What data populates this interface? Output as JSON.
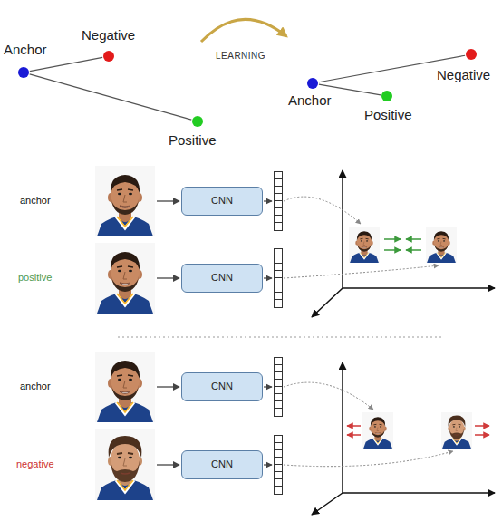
{
  "diagram": {
    "nodes": [
      {
        "text": [
          "Anchor"
        ]
      },
      {
        "text": [
          "Negative"
        ]
      },
      {
        "text": [
          "Positive"
        ]
      },
      {
        "text": [
          "Anchor"
        ]
      },
      {
        "text": [
          "Positive"
        ]
      },
      {
        "text": [
          "Negative"
        ]
      },
      {
        "text": [
          "anchor"
        ]
      },
      {
        "text": [
          "CNN"
        ]
      },
      {
        "text": [
          "positive"
        ]
      },
      {
        "text": [
          "CNN"
        ]
      },
      {
        "text": [
          "anchor"
        ]
      },
      {
        "text": [
          "CNN"
        ]
      },
      {
        "text": [
          "negative"
        ]
      },
      {
        "text": [
          "CNN"
        ]
      }
    ],
    "edges": [
      {
        "from": 0,
        "to": 1,
        "arrow": "none"
      },
      {
        "from": 0,
        "to": 2,
        "arrow": "none"
      },
      {
        "from": 3,
        "to": 4,
        "arrow": "none"
      },
      {
        "from": 3,
        "to": 5,
        "arrow": "none"
      },
      {
        "from": 6,
        "to": 7,
        "arrow": "to"
      },
      {
        "from": 8,
        "to": 9,
        "arrow": "to"
      },
      {
        "from": 10,
        "to": 11,
        "arrow": "to"
      },
      {
        "from": 12,
        "to": 13,
        "arrow": "to"
      }
    ],
    "labels": [
      "LEARNING"
    ]
  }
}
